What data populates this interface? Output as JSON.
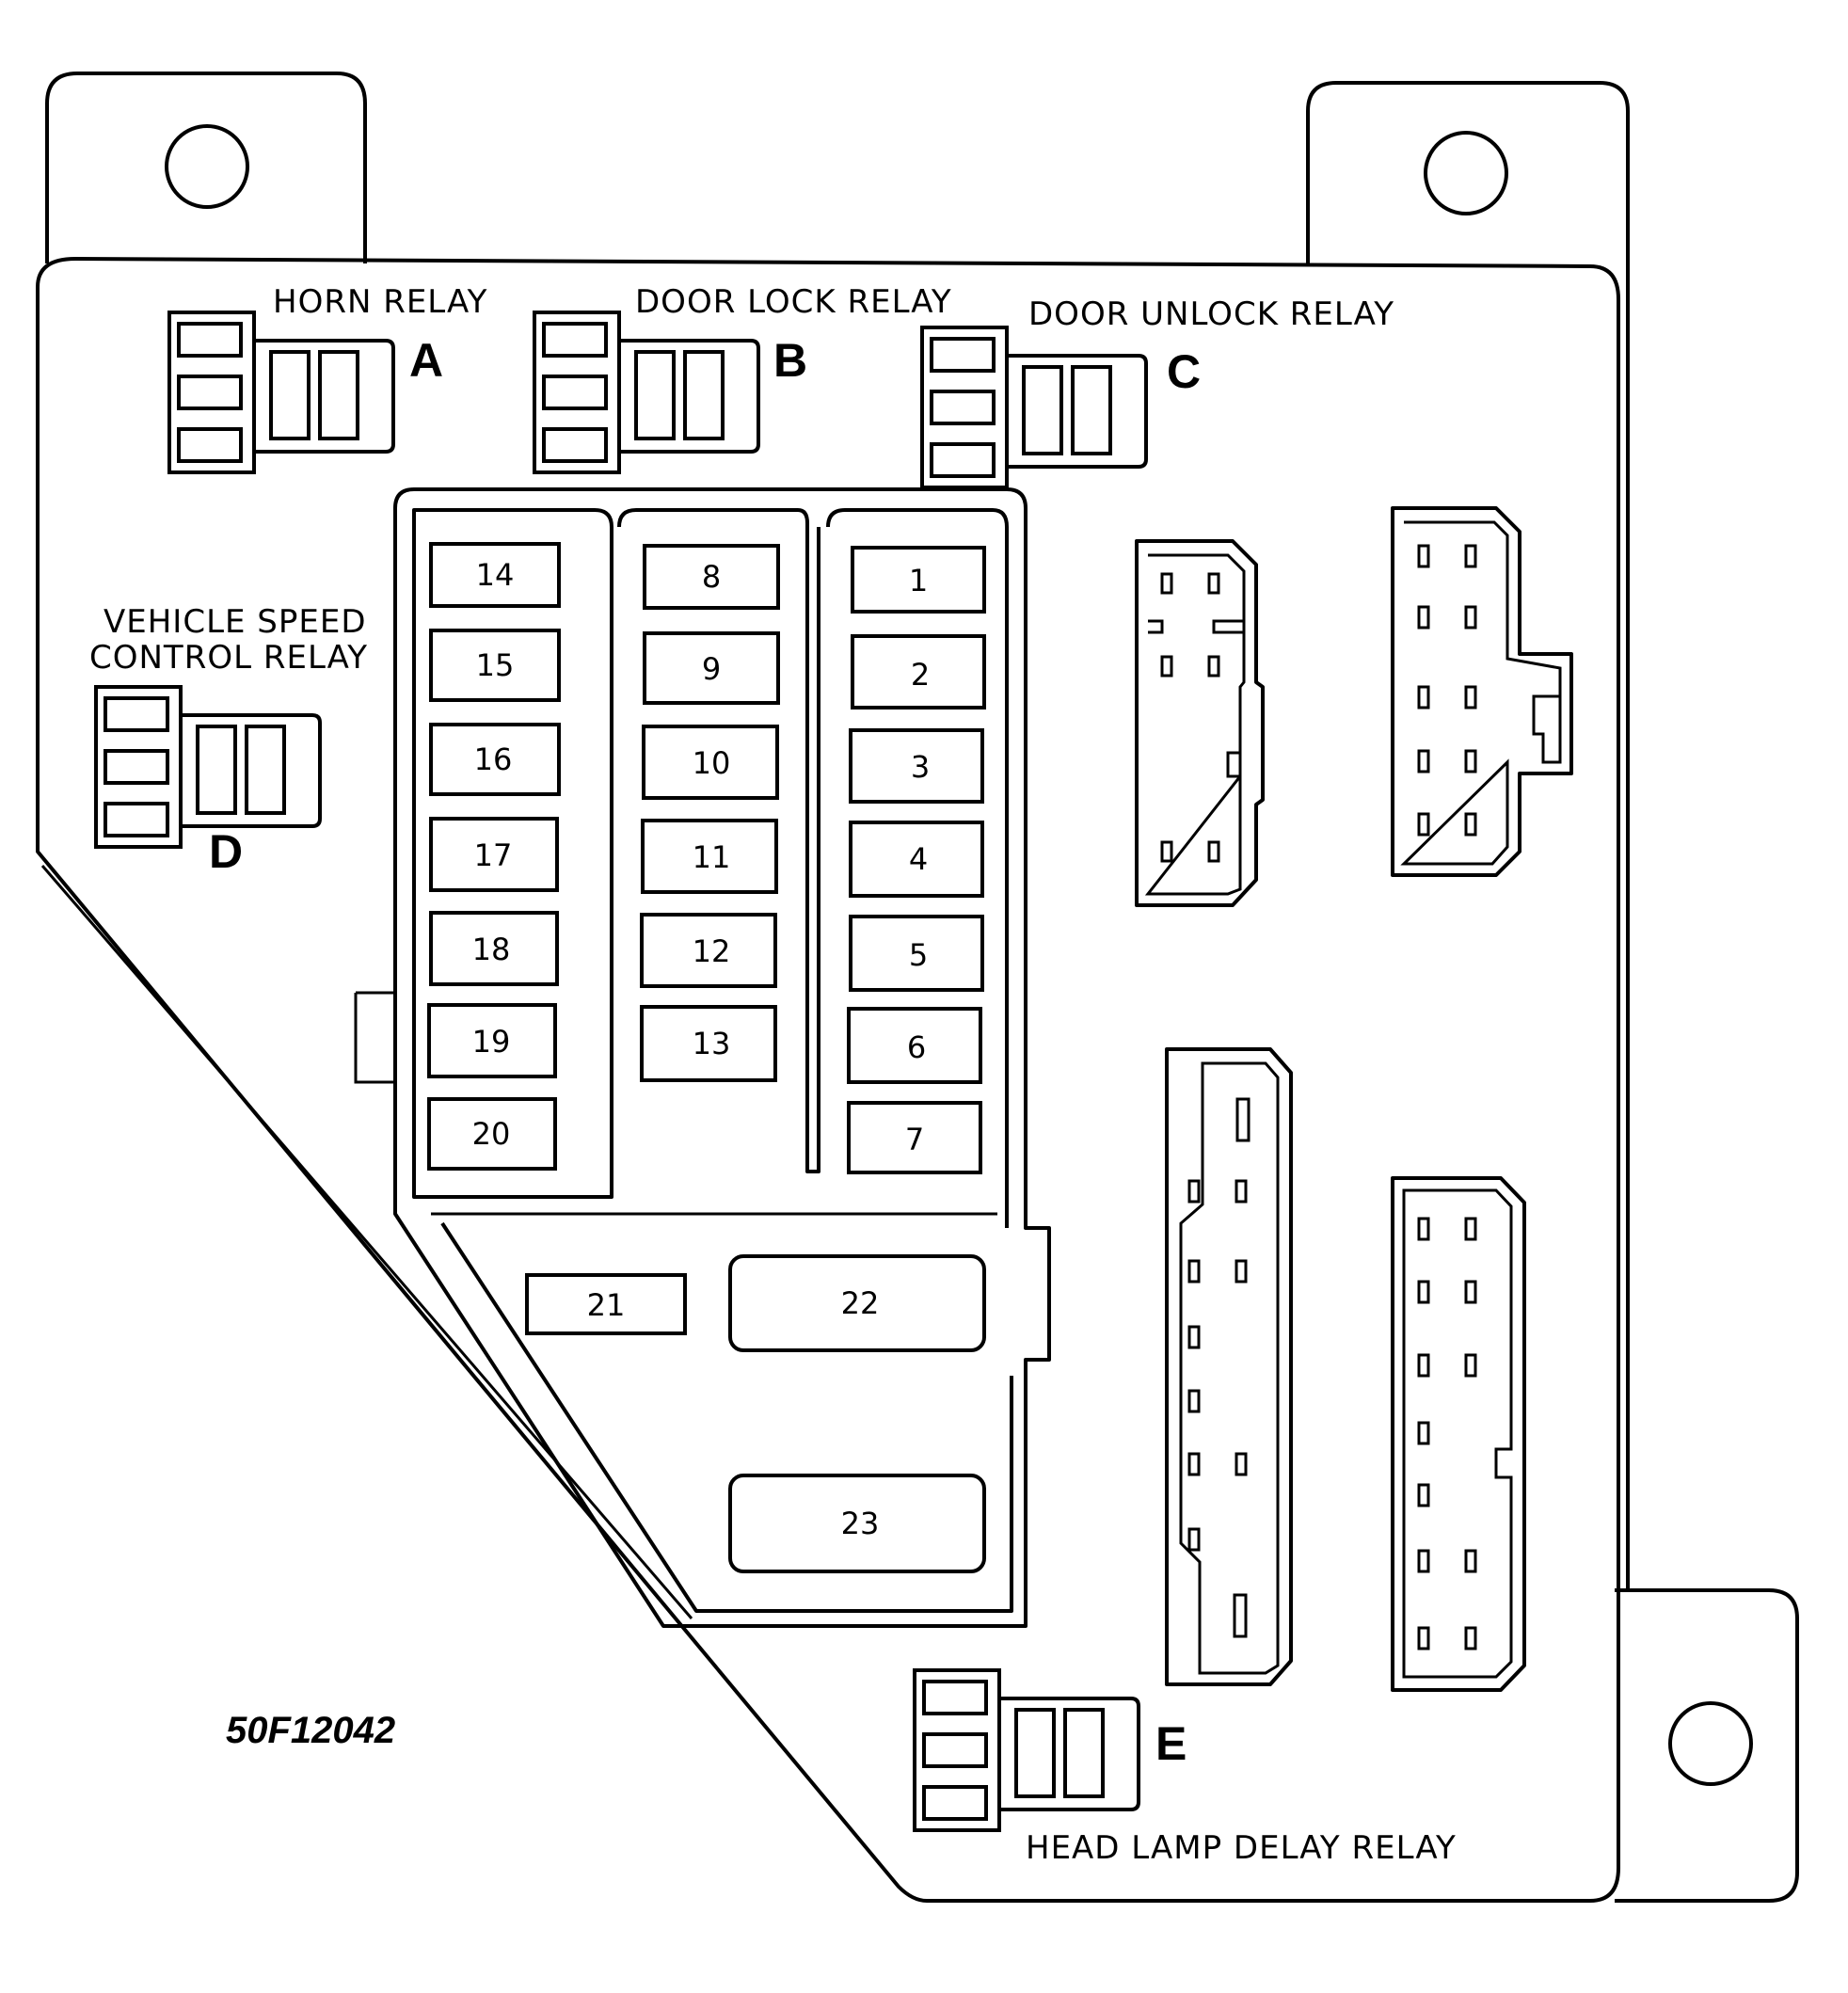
{
  "relays": [
    {
      "letter": "A",
      "name": "HORN RELAY"
    },
    {
      "letter": "B",
      "name": "DOOR LOCK RELAY"
    },
    {
      "letter": "C",
      "name": "DOOR UNLOCK RELAY"
    },
    {
      "letter": "D",
      "name_line1": "VEHICLE SPEED",
      "name_line2": "CONTROL RELAY"
    },
    {
      "letter": "E",
      "name": "HEAD LAMP DELAY RELAY"
    }
  ],
  "fuses": {
    "left_column": [
      "14",
      "15",
      "16",
      "17",
      "18",
      "19",
      "20"
    ],
    "middle_column": [
      "8",
      "9",
      "10",
      "11",
      "12",
      "13"
    ],
    "right_column": [
      "1",
      "2",
      "3",
      "4",
      "5",
      "6",
      "7"
    ],
    "small": "21",
    "large": [
      "22",
      "23"
    ]
  },
  "figure_code": "50F12042"
}
